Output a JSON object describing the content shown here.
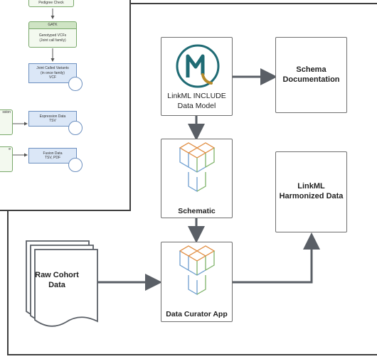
{
  "pipeline_inset": {
    "top_step": "Pedigree Check",
    "gatk_title": "GATK",
    "gatk_body": [
      "Genotyped VCFs",
      "(Joint call family)"
    ],
    "joint_called": [
      "Joint Called Variants",
      "(in once family)",
      "VCF"
    ],
    "expression_left": "ssion",
    "expression": [
      "Expression Data",
      "TSV"
    ],
    "fusion_left": "e",
    "fusion": [
      "Fusion Data",
      "TSV, PDF"
    ]
  },
  "diagram": {
    "linkml_model": [
      "LinkML INCLUDE",
      "Data Model"
    ],
    "schema_docs": [
      "Schema",
      "Documentation"
    ],
    "schematic": "Schematic",
    "harmonized": [
      "LinkML",
      "Harmonized Data"
    ],
    "raw_cohort": [
      "Raw Cohort",
      "Data"
    ],
    "curator_app": "Data Curator App"
  },
  "colors": {
    "arrow": "#5a5f66",
    "linkml_teal": "#1f6b74",
    "linkml_gold": "#b58a2a",
    "cube_orange": "#e08a3c",
    "cube_green": "#7fb36a",
    "cube_blue": "#6f9fd0",
    "mini_blue": "#dbe7f7",
    "mini_green": "#cfe4c4"
  }
}
